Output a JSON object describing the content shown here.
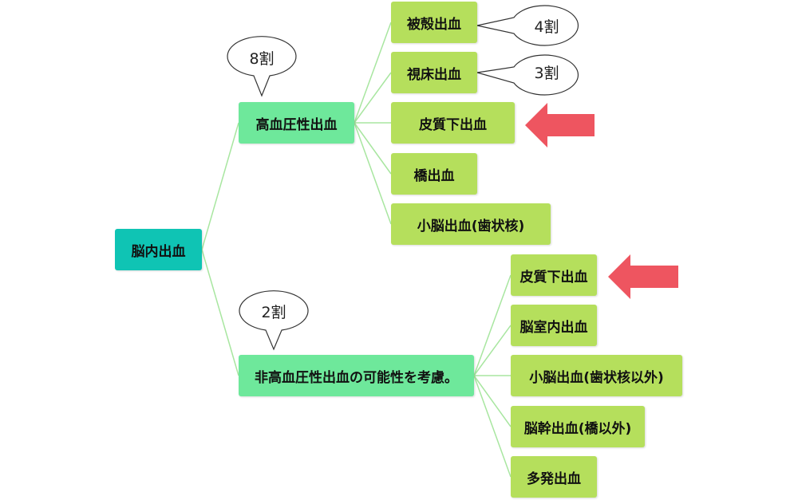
{
  "colors": {
    "root": "#0fc4b4",
    "branch": "#6ee89b",
    "leaf": "#b5df5c",
    "connector": "#a8e6a0",
    "arrow": "#ee5560"
  },
  "root": {
    "label": "脳内出血"
  },
  "hypertensive": {
    "label": "高血圧性出血",
    "ratio": "8割",
    "subtypes": [
      {
        "label": "被殻出血",
        "ratio": "4割"
      },
      {
        "label": "視床出血",
        "ratio": "3割"
      },
      {
        "label": "皮質下出血"
      },
      {
        "label": "橋出血"
      },
      {
        "label": "小脳出血(歯状核)"
      }
    ]
  },
  "non_hypertensive": {
    "label": "非高血圧性出血の可能性を考慮。",
    "ratio": "2割",
    "subtypes": [
      {
        "label": "皮質下出血"
      },
      {
        "label": "脳室内出血"
      },
      {
        "label": "小脳出血(歯状核以外)"
      },
      {
        "label": "脳幹出血(橋以外)"
      },
      {
        "label": "多発出血"
      }
    ]
  }
}
